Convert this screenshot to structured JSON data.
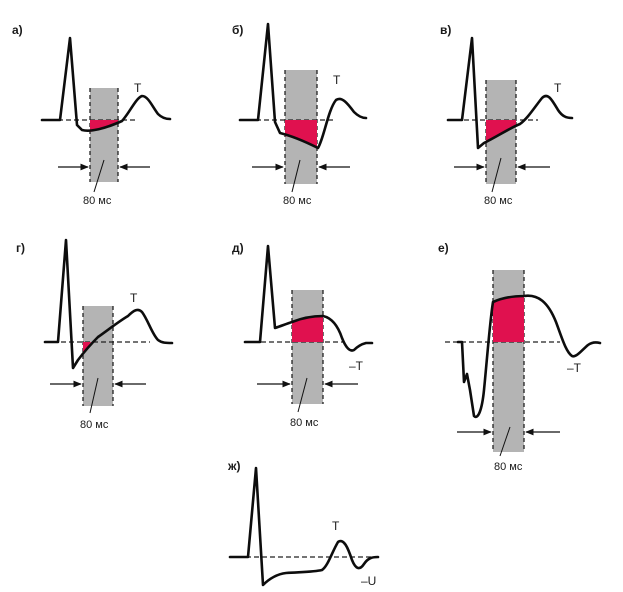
{
  "colors": {
    "shaded_window": "#b4b4b4",
    "st_fill": "#e0114f",
    "trace": "#0d0d0d",
    "dashes": "#222222"
  },
  "panels": [
    {
      "letter": "а)",
      "t_label": "T",
      "neg_label": "",
      "duration_label": "80 мс"
    },
    {
      "letter": "б)",
      "t_label": "T",
      "neg_label": "",
      "duration_label": "80 мс"
    },
    {
      "letter": "в)",
      "t_label": "T",
      "neg_label": "",
      "duration_label": "80 мс"
    },
    {
      "letter": "г)",
      "t_label": "T",
      "neg_label": "",
      "duration_label": "80 мс"
    },
    {
      "letter": "д)",
      "t_label": "",
      "neg_label": "–T",
      "duration_label": "80 мс"
    },
    {
      "letter": "е)",
      "t_label": "",
      "neg_label": "–T",
      "duration_label": "80 мс"
    },
    {
      "letter": "ж)",
      "t_label": "T",
      "neg_label": "–U",
      "duration_label": ""
    }
  ]
}
